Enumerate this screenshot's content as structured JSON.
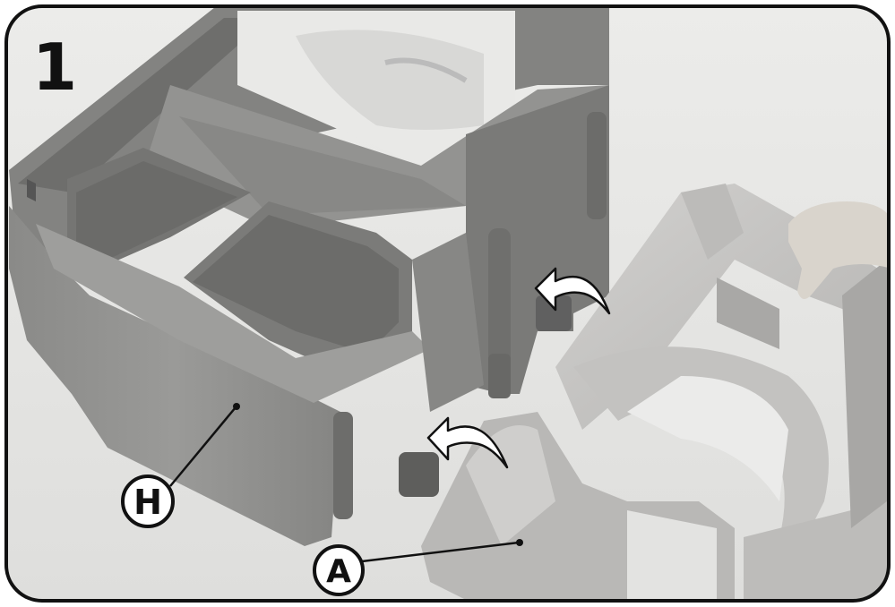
{
  "step": {
    "number": "1"
  },
  "callouts": {
    "h": {
      "letter": "H"
    },
    "a": {
      "letter": "A"
    }
  },
  "colors": {
    "frame_border": "#111111",
    "backdrop": "#e8e8e6",
    "part_h_dark": "#7d7d7b",
    "part_h_mid": "#8e8e8c",
    "part_h_light": "#a4a4a2",
    "part_a_light": "#c8c7c5",
    "part_a_mid": "#b3b2b0",
    "arrow_fill": "#ffffff"
  },
  "icons": {
    "arrow_upper": "curved-arrow-icon",
    "arrow_lower": "curved-arrow-icon"
  }
}
